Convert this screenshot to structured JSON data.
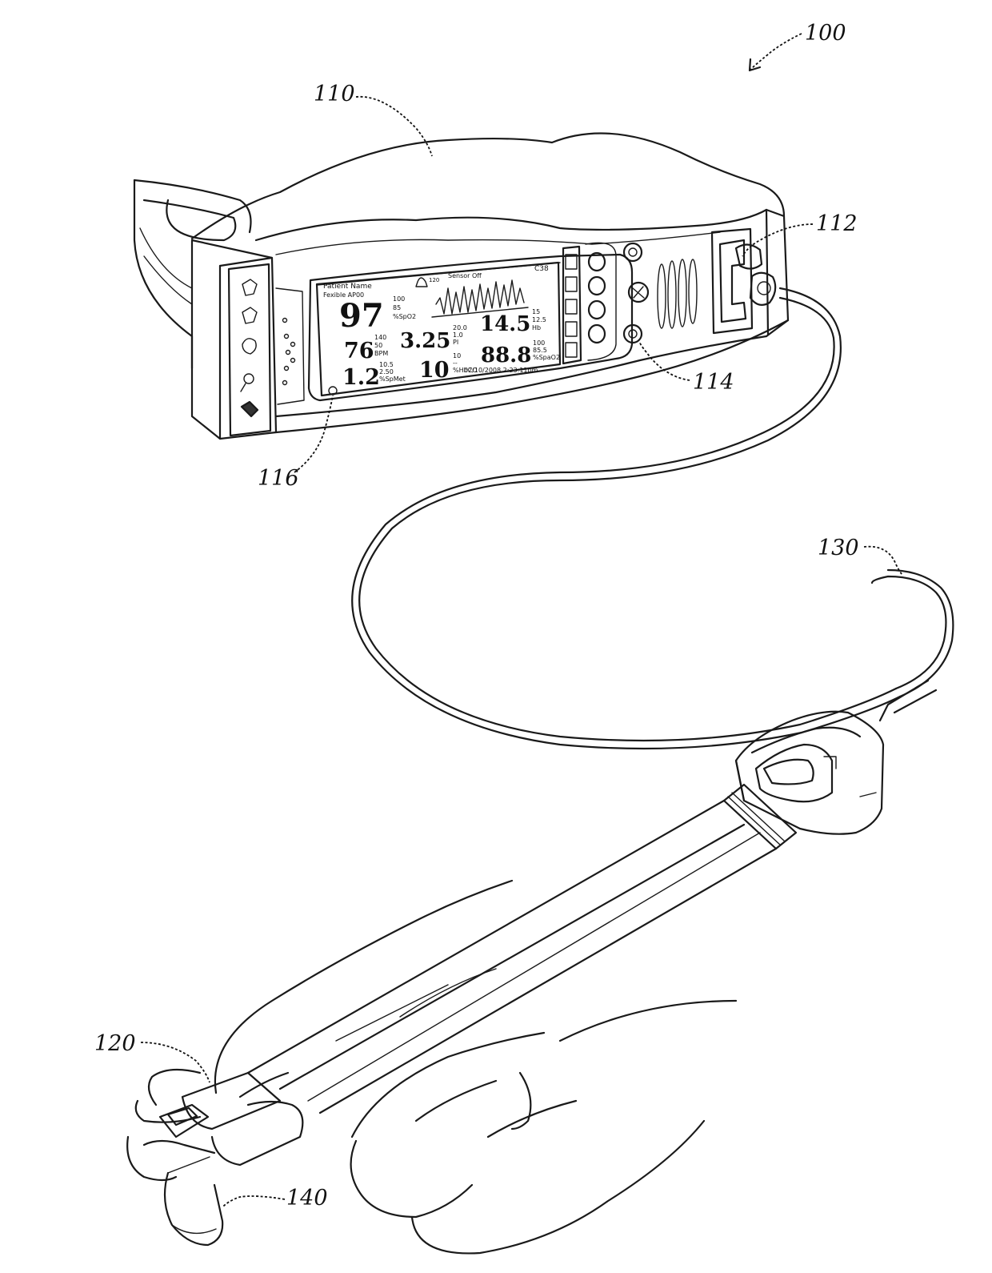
{
  "refs": {
    "r100": "100",
    "r110": "110",
    "r112": "112",
    "r114": "114",
    "r116": "116",
    "r120": "120",
    "r130": "130",
    "r140": "140"
  },
  "screen": {
    "patient_name": "Patient Name",
    "patient_sub": "Fexible  AP00",
    "sensor_status": "Sensor Off",
    "pleth_scale": "120",
    "spo2_value": "97",
    "spo2_hi": "100",
    "spo2_lo": "85",
    "spo2_unit": "%SpO2",
    "bpm_value": "76",
    "bpm_hi": "140",
    "bpm_lo": "50",
    "bpm_unit": "BPM",
    "pi_value": "3.25",
    "pi_hi": "20.0",
    "pi_lo": "1.0",
    "pi_unit": "PI",
    "hb_value": "14.5",
    "hb_hi": "15",
    "hb_lo": "12.5",
    "hb_unit": "Hb",
    "sm_value": "1.2",
    "sm_hi": "10.5",
    "sm_lo": "2.50",
    "sm_unit": "%SpMet",
    "co_value": "10",
    "co_hi": "10",
    "co_lo": "--",
    "co_unit": "%HbCO",
    "oc_value": "88.8",
    "oc_hi": "100",
    "oc_lo": "85.5",
    "oc_unit": "%SpaO2",
    "datetime": "02/10/2008 2:23:11pm",
    "corner_badge": "C38"
  },
  "icons": [
    "alarm-bell-icon",
    "speaker-grille-icon",
    "sensor-connector-icon",
    "finger-sensor-icon"
  ]
}
